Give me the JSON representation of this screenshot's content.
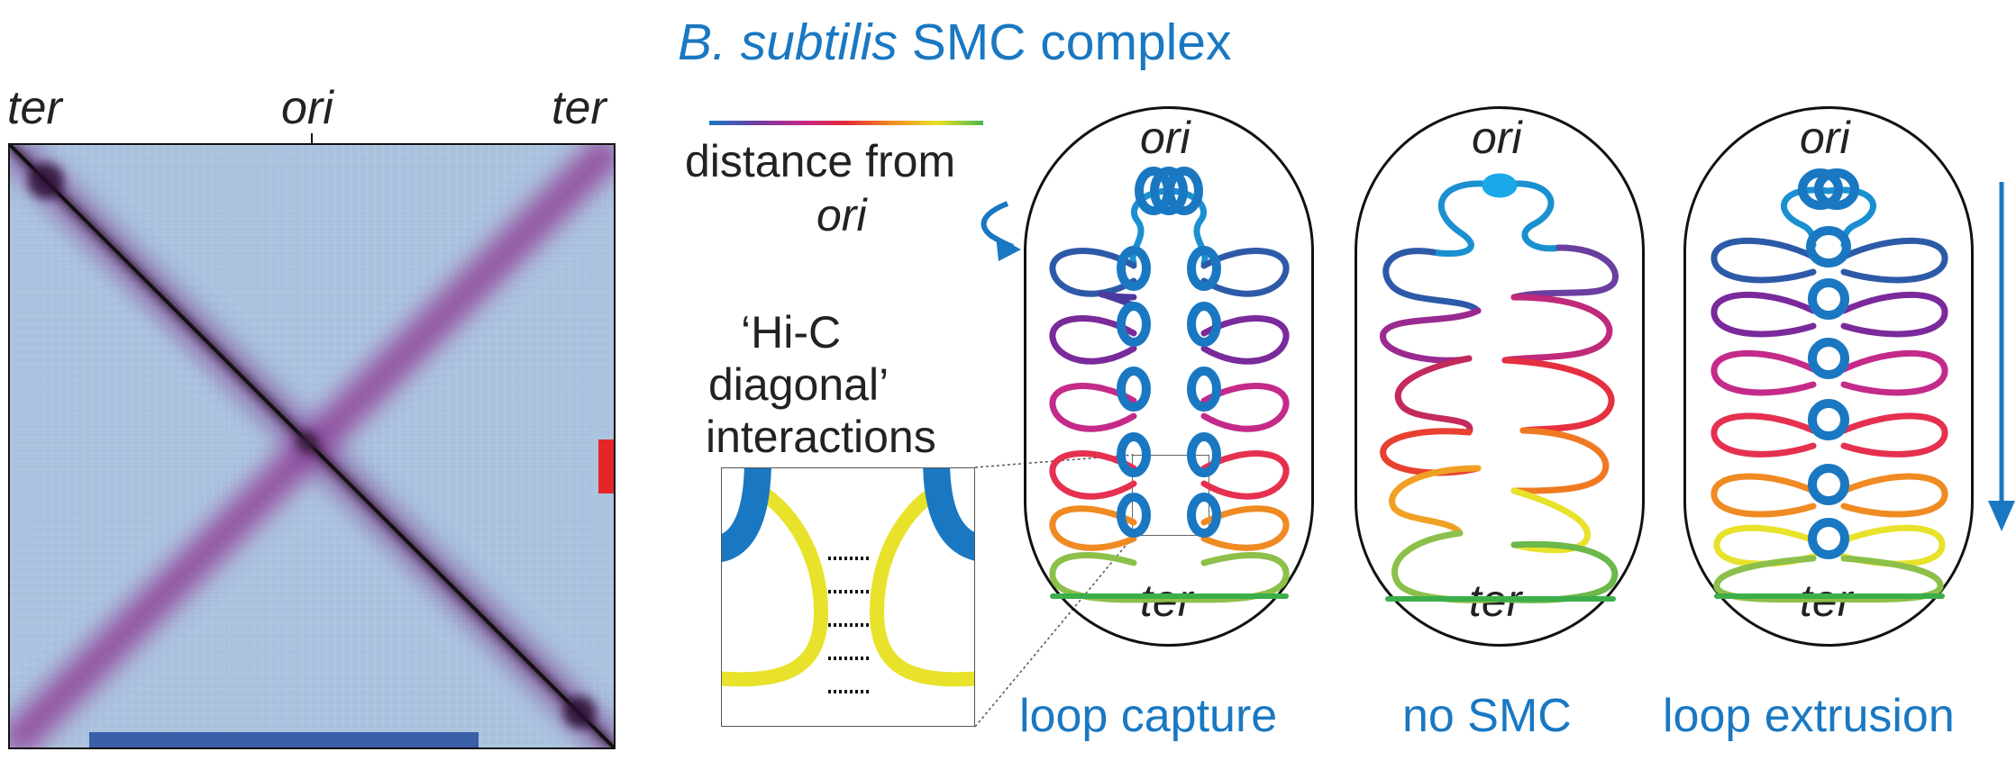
{
  "heatmap": {
    "label_ter_left": "ter",
    "label_ori": "ori",
    "label_ter_right": "ter"
  },
  "header": {
    "title_italic": "B. subtilis",
    "title_rest": "SMC complex"
  },
  "legend": {
    "line1": "distance from",
    "line2": "ori",
    "gradient_colors": [
      "#1a78c2",
      "#6a3fa0",
      "#c2268a",
      "#e52b3a",
      "#f08a22",
      "#e8e22a",
      "#4cb84a"
    ]
  },
  "hic": {
    "line1": "‘Hi-C",
    "line2": "diagonal’",
    "line3": "interactions"
  },
  "cells": [
    {
      "top": "ori",
      "bottom": "ter",
      "caption": "loop capture"
    },
    {
      "top": "ori",
      "bottom": "ter",
      "caption": "no SMC"
    },
    {
      "top": "ori",
      "bottom": "ter",
      "caption": "loop extrusion"
    }
  ],
  "colors": {
    "accent_blue": "#1a78c2",
    "purple": "#7a2a8a",
    "red_marker": "#e4262b",
    "bar_blue": "#3b5ea8"
  }
}
